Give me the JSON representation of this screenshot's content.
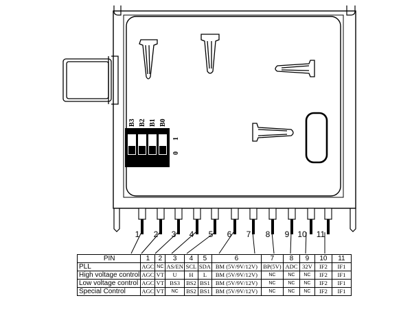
{
  "dip": {
    "labels": [
      "B3",
      "B2",
      "B1",
      "B0"
    ],
    "side_one": "1",
    "side_zero": "0"
  },
  "pin_numbers": [
    "1",
    "2",
    "3",
    "4",
    "5",
    "6",
    "7",
    "8",
    "9",
    "10",
    "11"
  ],
  "table": {
    "header": {
      "label": "PIN",
      "cells": [
        "1",
        "2",
        "3",
        "4",
        "5",
        "6",
        "7",
        "8",
        "9",
        "10",
        "11"
      ]
    },
    "rows": [
      {
        "label": "PLL",
        "cells": [
          "AGC",
          "NC",
          "AS/EN",
          "SCL",
          "SDA",
          "BM (5V/9V/12V)",
          "BP(5V)",
          "ADC",
          "32V",
          "IF2",
          "IF1"
        ]
      },
      {
        "label": "High voltage control",
        "cells": [
          "AGC",
          "VT",
          "U",
          "H",
          "L",
          "BM (5V/9V/12V)",
          "NC",
          "NC",
          "NC",
          "IF2",
          "IF1"
        ]
      },
      {
        "label": "Low voltage control",
        "cells": [
          "AGC",
          "VT",
          "BS3",
          "BS2",
          "BS1",
          "BM (5V/9V/12V)",
          "NC",
          "NC",
          "NC",
          "IF2",
          "IF1"
        ]
      },
      {
        "label": "Special Control",
        "cells": [
          "AGC",
          "VT",
          "NC",
          "BS2",
          "BS1",
          "BM (5V/9V/12V)",
          "NC",
          "NC",
          "NC",
          "IF2",
          "IF1"
        ]
      }
    ]
  }
}
